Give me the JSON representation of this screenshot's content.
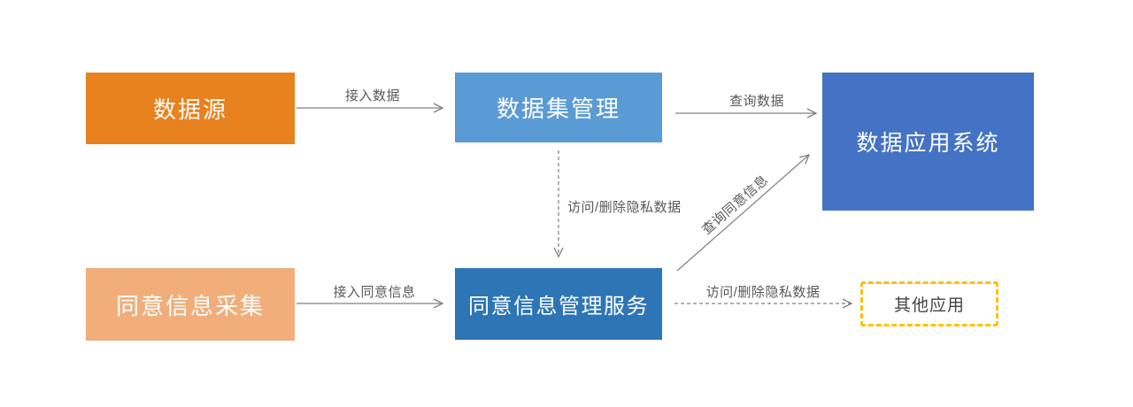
{
  "diagram": {
    "title_hint": "data-privacy-architecture-flow",
    "nodes": {
      "data_source": {
        "label": "数据源",
        "color": "#E8821F"
      },
      "dataset_mgmt": {
        "label": "数据集管理",
        "color": "#5B9BD5"
      },
      "data_app_system": {
        "label": "数据应用系统",
        "color": "#4472C4"
      },
      "consent_collection": {
        "label": "同意信息采集",
        "color": "#F1AE7B"
      },
      "consent_mgmt_service": {
        "label": "同意信息管理服务",
        "color": "#2E75B6"
      },
      "other_apps": {
        "label": "其他应用",
        "border_color": "#FFC000"
      }
    },
    "edges": {
      "access_data": {
        "label": "接入数据",
        "style": "solid",
        "from": "data_source",
        "to": "dataset_mgmt"
      },
      "query_data": {
        "label": "查询数据",
        "style": "solid",
        "from": "dataset_mgmt",
        "to": "data_app_system"
      },
      "access_delete_private_data_vertical": {
        "label": "访问/删除隐私数据",
        "style": "dashed",
        "from": "dataset_mgmt",
        "to": "consent_mgmt_service"
      },
      "access_consent_info": {
        "label": "接入同意信息",
        "style": "solid",
        "from": "consent_collection",
        "to": "consent_mgmt_service"
      },
      "query_consent_info": {
        "label": "查询同意信息",
        "style": "solid",
        "from": "consent_mgmt_service",
        "to": "data_app_system"
      },
      "access_delete_private_data_horizontal": {
        "label": "访问/删除隐私数据",
        "style": "dashed",
        "from": "consent_mgmt_service",
        "to": "other_apps"
      }
    },
    "colors": {
      "background": "#FFFFFF",
      "line": "#808080",
      "label_text": "#595959",
      "node_text": "#FFFFFF"
    }
  }
}
